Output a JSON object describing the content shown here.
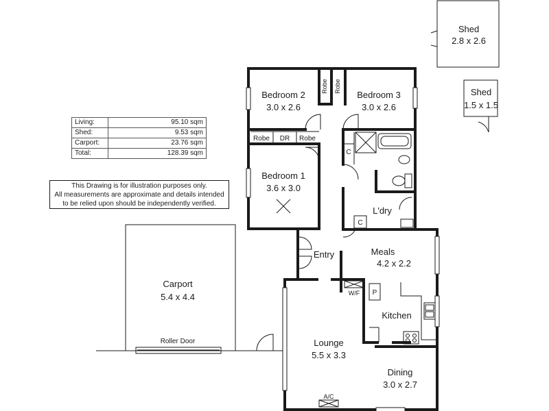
{
  "areas": {
    "rows": [
      {
        "label": "Living:",
        "value": "95.10 sqm"
      },
      {
        "label": "Shed:",
        "value": "9.53 sqm"
      },
      {
        "label": "Carport:",
        "value": "23.76 sqm"
      },
      {
        "label": "Total:",
        "value": "128.39 sqm"
      }
    ]
  },
  "disclaimer": {
    "line1": "This Drawing is for illustration purposes only.",
    "line2": "All measurements are approximate and details intended",
    "line3": "to be relied upon should be independently verified."
  },
  "rooms": {
    "shed_large": {
      "name": "Shed",
      "size": "2.8 x 2.6"
    },
    "shed_small": {
      "name": "Shed",
      "size": "1.5 x 1.5"
    },
    "bedroom2": {
      "name": "Bedroom 2",
      "size": "3.0 x 2.6"
    },
    "bedroom3": {
      "name": "Bedroom 3",
      "size": "3.0 x 2.6"
    },
    "bedroom1": {
      "name": "Bedroom 1",
      "size": "3.6 x 3.0"
    },
    "carport": {
      "name": "Carport",
      "size": "5.4 x 4.4"
    },
    "meals": {
      "name": "Meals",
      "size": "4.2 x 2.2"
    },
    "lounge": {
      "name": "Lounge",
      "size": "5.5 x 3.3"
    },
    "dining": {
      "name": "Dining",
      "size": "3.0 x 2.7"
    },
    "kitchen": {
      "name": "Kitchen"
    },
    "entry": {
      "name": "Entry"
    },
    "laundry": {
      "name": "L'dry"
    }
  },
  "labels": {
    "robe": "Robe",
    "dr": "DR",
    "cupboard": "C",
    "pantry": "P",
    "wood_fire": "W/F",
    "air_con": "A/C",
    "roller_door": "Roller Door"
  }
}
